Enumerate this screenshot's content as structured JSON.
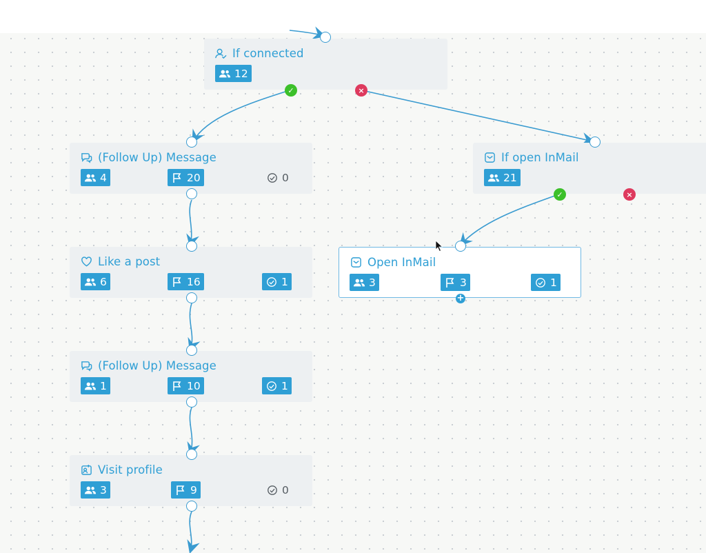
{
  "colors": {
    "accent": "#2f9fd5",
    "node_bg": "#edf0f2",
    "yes": "#3cc02a",
    "no": "#de3a5e",
    "edge": "#3a9bd0"
  },
  "nodes": {
    "if_connected": {
      "icon": "user-check-icon",
      "title": "If connected",
      "people": "12"
    },
    "followup1": {
      "icon": "message-icon",
      "title": "(Follow Up) Message",
      "people": "4",
      "flags": "20",
      "done": "0"
    },
    "if_open_inmail": {
      "icon": "inmail-icon",
      "title": "If open InMail",
      "people": "21"
    },
    "like_post": {
      "icon": "heart-icon",
      "title": "Like a post",
      "people": "6",
      "flags": "16",
      "done": "1"
    },
    "open_inmail": {
      "icon": "inmail-icon",
      "title": "Open InMail",
      "people": "3",
      "flags": "3",
      "done": "1"
    },
    "followup2": {
      "icon": "message-icon",
      "title": "(Follow Up) Message",
      "people": "1",
      "flags": "10",
      "done": "1"
    },
    "visit_profile": {
      "icon": "profile-card-icon",
      "title": "Visit profile",
      "people": "3",
      "flags": "9",
      "done": "0"
    }
  },
  "decision_symbols": {
    "yes": "✓",
    "no": "×"
  },
  "add_symbol": "+"
}
